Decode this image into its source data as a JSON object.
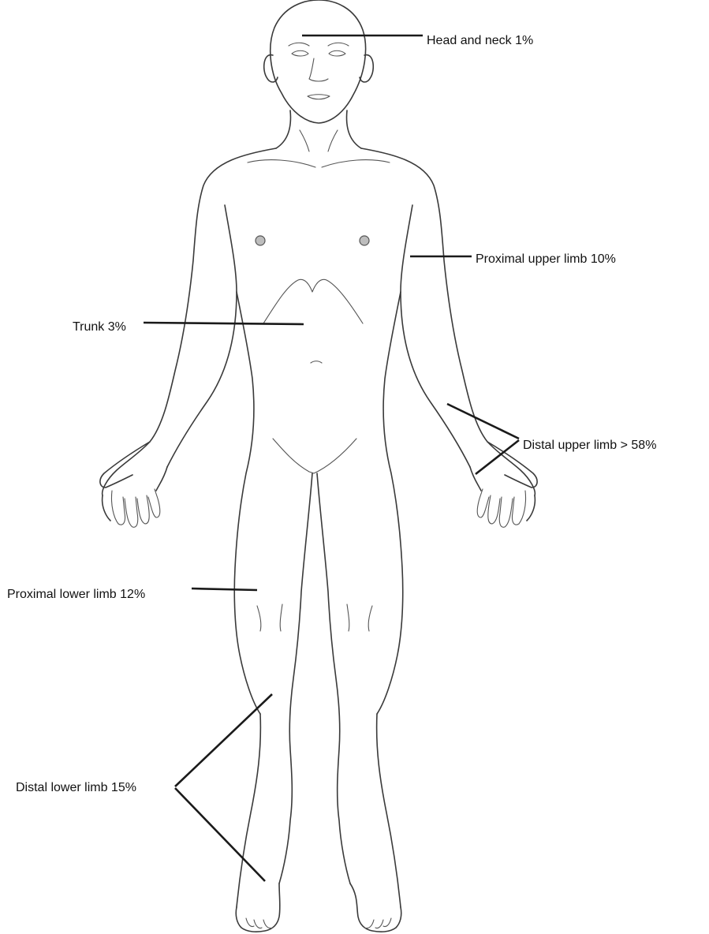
{
  "figure": {
    "labels": {
      "head_neck": "Head and neck 1%",
      "proximal_upper_limb": "Proximal upper limb 10%",
      "trunk": "Trunk 3%",
      "distal_upper_limb": "Distal upper limb > 58%",
      "proximal_lower_limb": "Proximal lower limb 12%",
      "distal_lower_limb": "Distal lower limb 15%"
    },
    "colors": {
      "outline": "#3a3a3a",
      "leader": "#1a1a1a",
      "text": "#111111",
      "background": "#ffffff"
    }
  }
}
